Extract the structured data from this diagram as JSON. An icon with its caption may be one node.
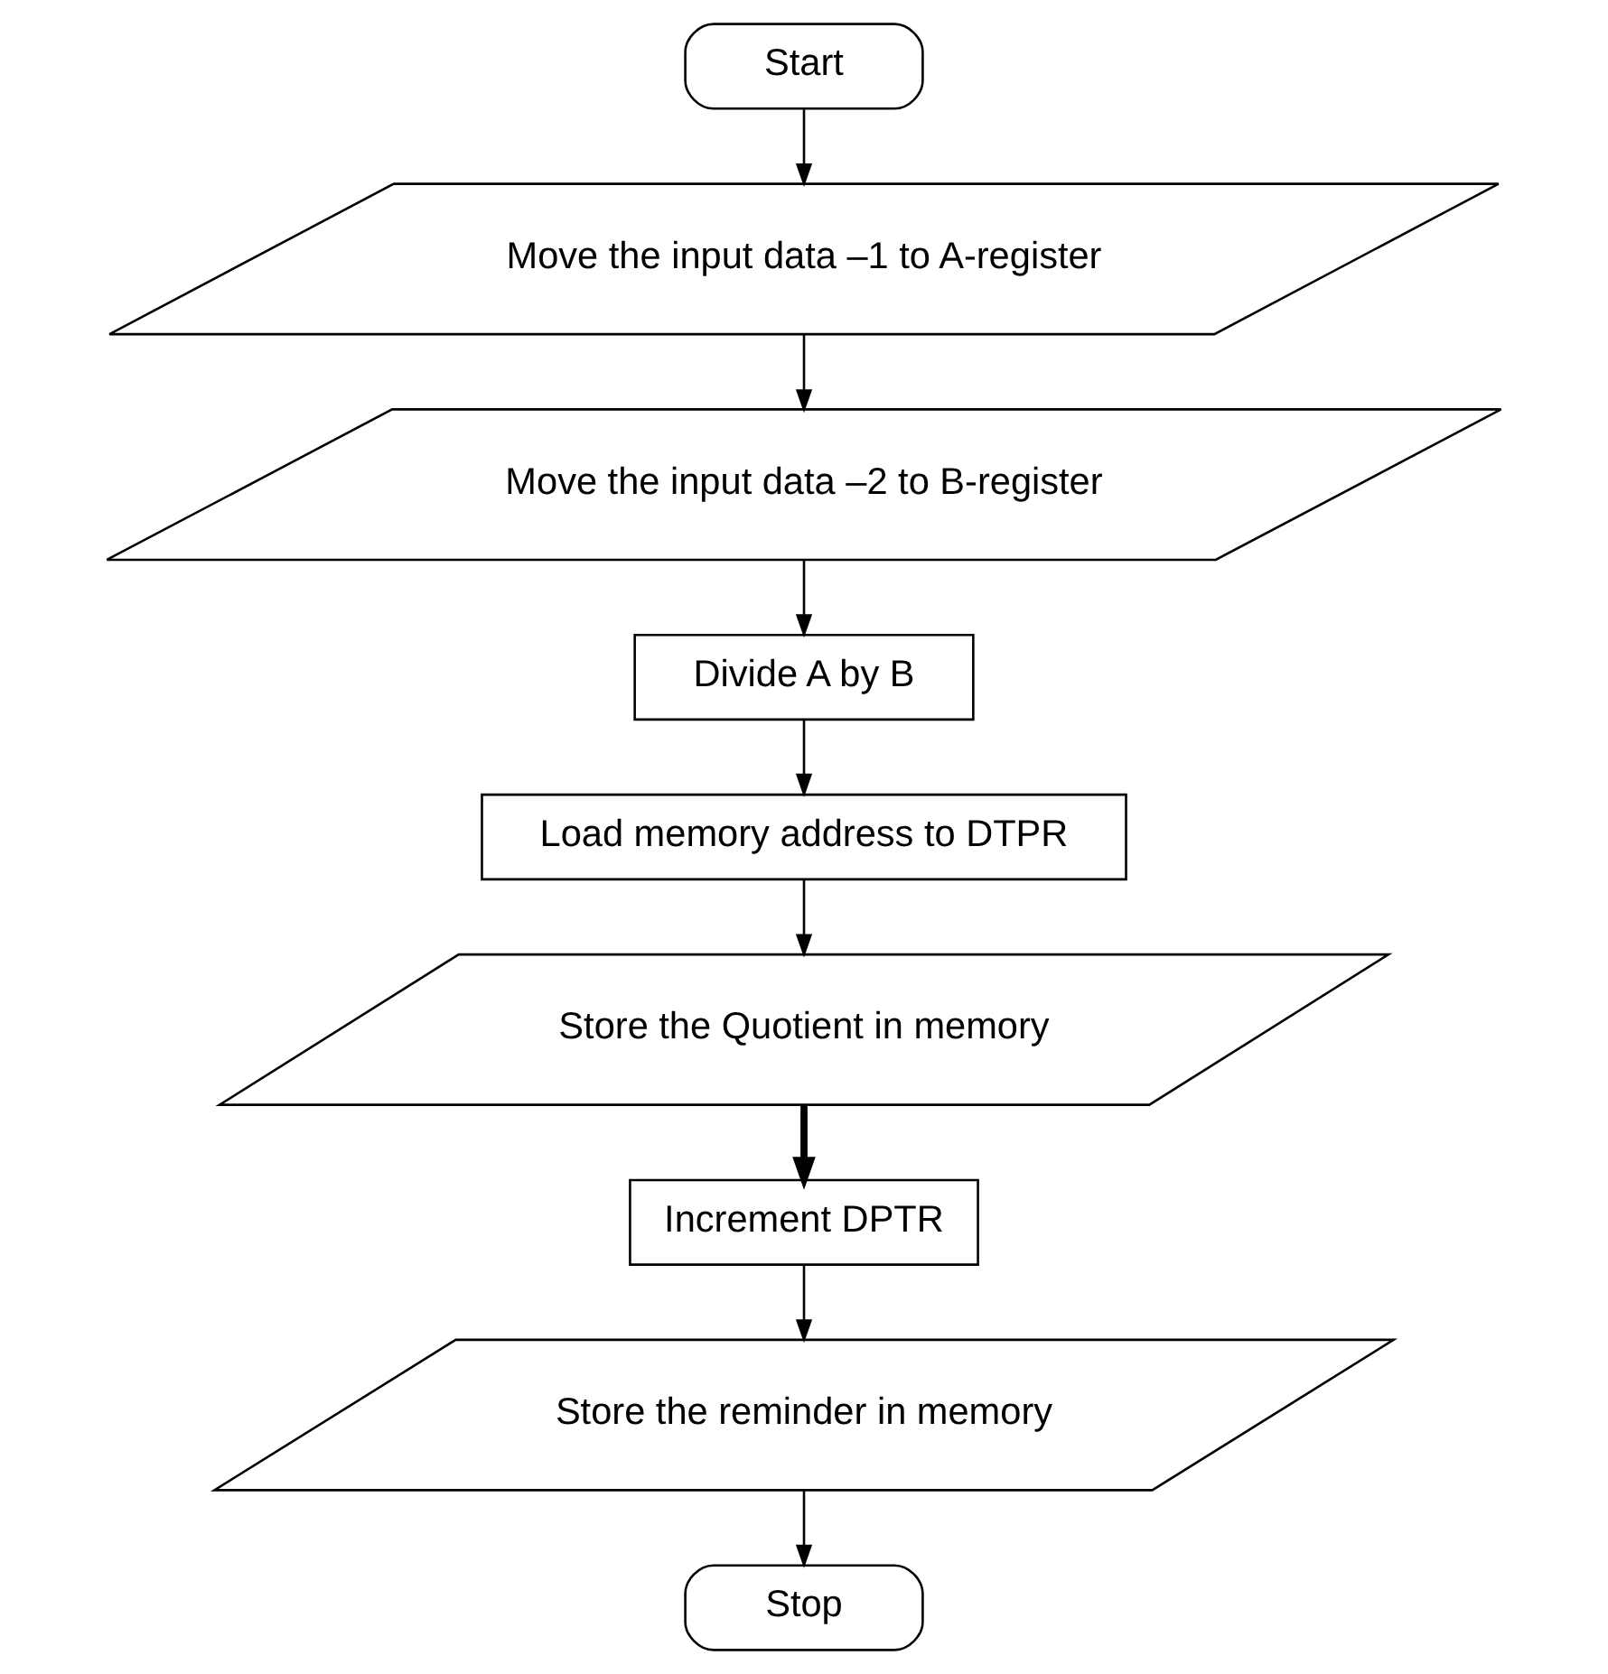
{
  "diagram": {
    "nodes": [
      {
        "text": [
          "Start"
        ]
      },
      {
        "text": [
          "Move the input data –1 to A-register"
        ]
      },
      {
        "text": [
          "Move the input data –2 to B-register"
        ]
      },
      {
        "text": [
          "Divide A by B"
        ]
      },
      {
        "text": [
          "Load memory address to DTPR"
        ]
      },
      {
        "text": [
          "Store the Quotient in memory"
        ]
      },
      {
        "text": [
          "Increment DPTR"
        ]
      },
      {
        "text": [
          "Store the reminder in memory"
        ]
      },
      {
        "text": [
          "Stop"
        ]
      }
    ],
    "edges": [
      {
        "from": 0,
        "to": 1,
        "arrow": "to"
      },
      {
        "from": 1,
        "to": 2,
        "arrow": "to"
      },
      {
        "from": 2,
        "to": 3,
        "arrow": "to"
      },
      {
        "from": 3,
        "to": 4,
        "arrow": "to"
      },
      {
        "from": 4,
        "to": 5,
        "arrow": "to"
      },
      {
        "from": 5,
        "to": 6,
        "arrow": "to",
        "style": "thick"
      },
      {
        "from": 6,
        "to": 7,
        "arrow": "to"
      },
      {
        "from": 7,
        "to": 8,
        "arrow": "to"
      }
    ]
  }
}
